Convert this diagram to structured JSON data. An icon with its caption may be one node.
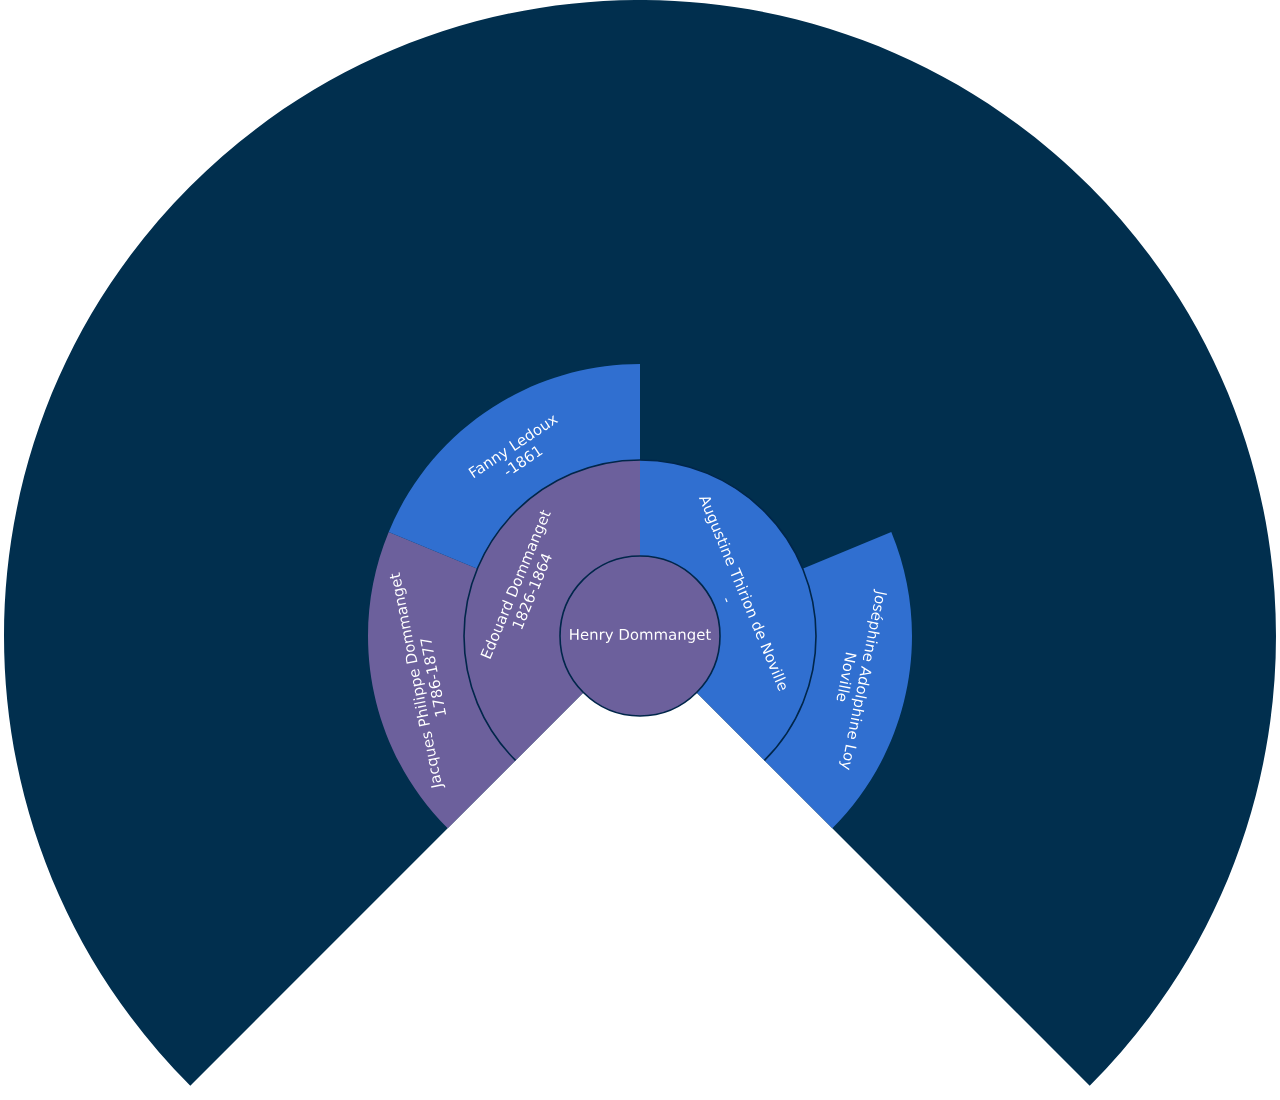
{
  "diagram": {
    "nodes": [
      {
        "text": [
          "Henry Dommanget"
        ]
      },
      {
        "text": [
          "Edouard Dommanget",
          "1826-1864"
        ]
      },
      {
        "text": [
          "Augustine Thirion de Noville",
          "-"
        ]
      },
      {
        "text": [
          "Jacques Philippe Dommanget",
          "1786-1877"
        ]
      },
      {
        "text": [
          "Fanny Ledoux",
          "-1861"
        ]
      },
      {
        "text": [
          "Joséphine Adolphine Loy",
          "Noville"
        ]
      }
    ]
  }
}
